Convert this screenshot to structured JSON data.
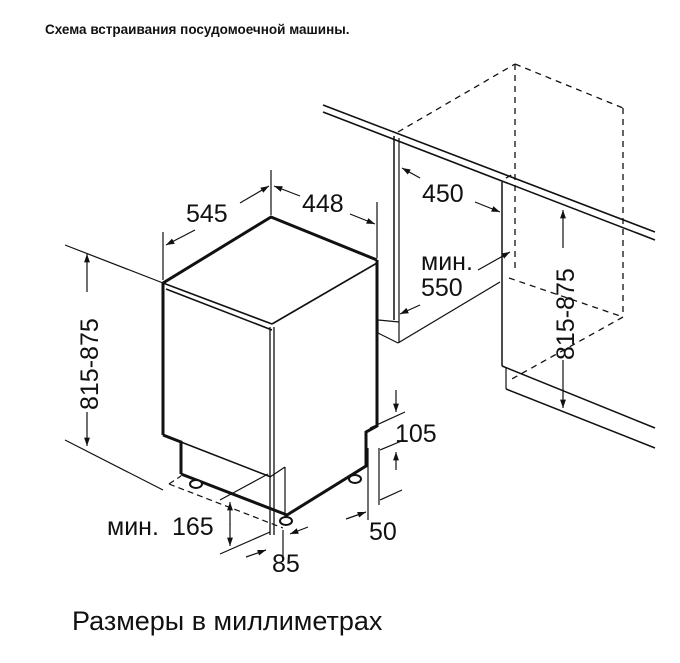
{
  "title": "Схема встраивания посудомоечной машины.",
  "footer": "Размеры в миллиметрах",
  "diagram": {
    "appliance": {
      "depth": "545",
      "width": "448",
      "height": "815-875",
      "plinth_height": "105",
      "plinth_recess": "50",
      "min_plinth_clearance_label": "мин.",
      "min_plinth_clearance": "165",
      "foot_offset": "85"
    },
    "niche": {
      "width": "450",
      "min_depth_label": "мин.",
      "min_depth": "550",
      "height": "815-875"
    }
  },
  "colors": {
    "line": "#111111",
    "background": "#ffffff"
  }
}
